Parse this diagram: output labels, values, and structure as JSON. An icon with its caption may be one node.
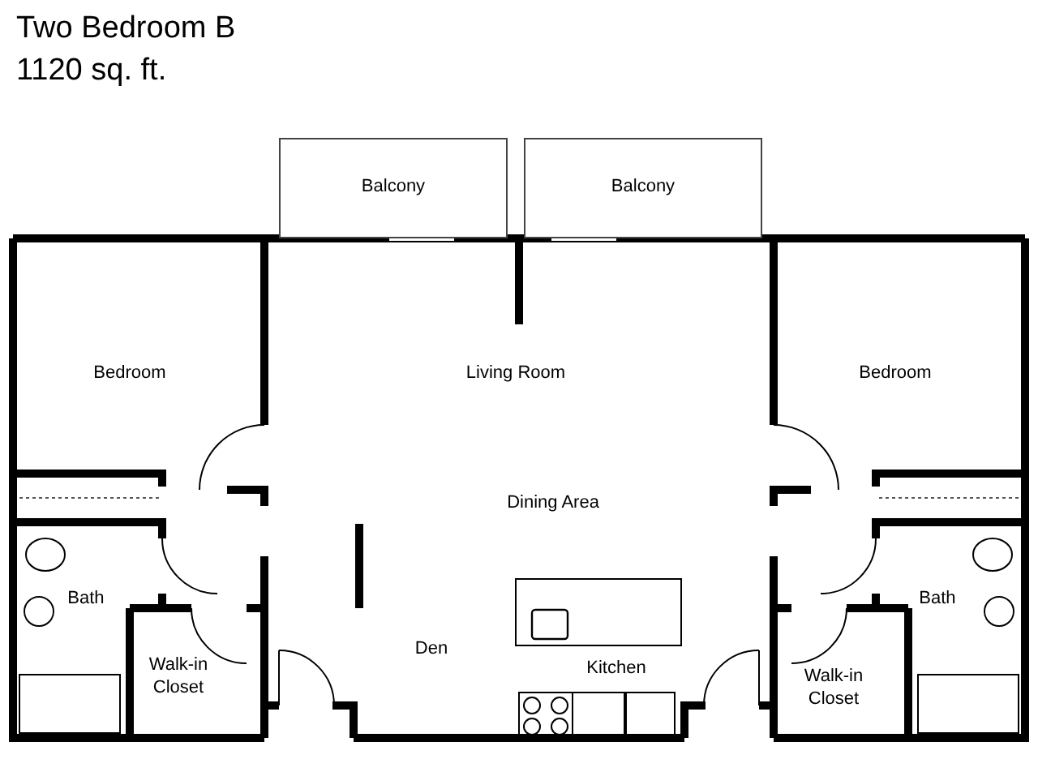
{
  "diagram": {
    "title": "Two Bedroom B",
    "nodes": [
      {
        "text": [
          "Balcony"
        ]
      },
      {
        "text": [
          "Balcony"
        ]
      },
      {
        "text": [
          "Bedroom"
        ]
      },
      {
        "text": [
          "Living Room"
        ]
      },
      {
        "text": [
          "Bedroom"
        ]
      },
      {
        "text": [
          "Dining Area"
        ]
      },
      {
        "text": [
          "Bath"
        ]
      },
      {
        "text": [
          "Bath"
        ]
      },
      {
        "text": [
          "Walk-in Closet"
        ]
      },
      {
        "text": [
          "Den"
        ]
      },
      {
        "text": [
          "Kitchen"
        ]
      },
      {
        "text": [
          "Walk-in Closet"
        ]
      }
    ],
    "labels": [
      "1120 sq. ft."
    ]
  }
}
